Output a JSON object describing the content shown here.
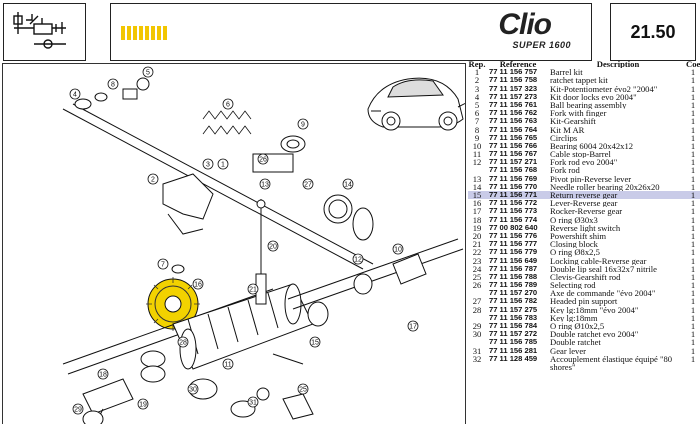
{
  "header": {
    "logo_text": "Clio",
    "logo_subtext": "SUPER 1600",
    "page_number": "21.50"
  },
  "colors": {
    "highlight": "#c9cbe8",
    "accent_yellow": "#f2c600"
  },
  "diagram": {
    "callouts": [
      "4",
      "8",
      "5",
      "6",
      "9",
      "1",
      "26",
      "27",
      "14",
      "3",
      "2",
      "13",
      "16",
      "7",
      "20",
      "21",
      "12",
      "10",
      "28",
      "11",
      "15",
      "17",
      "30",
      "31",
      "18",
      "19",
      "29",
      "25"
    ]
  },
  "parts_table": {
    "columns": {
      "rep": "Rep.",
      "reference": "Reference",
      "description": "Description",
      "coef": "Coef"
    },
    "rows": [
      {
        "rep": "1",
        "ref": "77 11 156 757",
        "desc": "Barrel kit",
        "coef": "1"
      },
      {
        "rep": "2",
        "ref": "77 11 156 758",
        "desc": "ratchet tappet kit",
        "coef": "1"
      },
      {
        "rep": "3",
        "ref": "77 11 157 323",
        "desc": "Kit-Potentiometer évo2 \"2004\"",
        "coef": "1"
      },
      {
        "rep": "4",
        "ref": "77 11 157 273",
        "desc": "Kit door locks evo 2004\"",
        "coef": "1"
      },
      {
        "rep": "5",
        "ref": "77 11 156 761",
        "desc": "Ball bearing assembly",
        "coef": "1"
      },
      {
        "rep": "6",
        "ref": "77 11 156 762",
        "desc": "Fork with finger",
        "coef": "1"
      },
      {
        "rep": "7",
        "ref": "77 11 156 763",
        "desc": "Kit-Gearshift",
        "coef": "1"
      },
      {
        "rep": "8",
        "ref": "77 11 156 764",
        "desc": "Kit M AR",
        "coef": "1"
      },
      {
        "rep": "9",
        "ref": "77 11 156 765",
        "desc": "Circlips",
        "coef": "1"
      },
      {
        "rep": "10",
        "ref": "77 11 156 766",
        "desc": "Bearing 6004 20x42x12",
        "coef": "1"
      },
      {
        "rep": "11",
        "ref": "77 11 156 767",
        "desc": "Cable stop-Barrel",
        "coef": "1"
      },
      {
        "rep": "12",
        "ref": "77 11 157 271",
        "desc": "Fork rod evo 2004\"",
        "coef": "1"
      },
      {
        "rep": "",
        "ref": "77 11 156 768",
        "desc": "Fork rod",
        "coef": "1"
      },
      {
        "rep": "13",
        "ref": "77 11 156 769",
        "desc": "Pivot pin-Reverse lever",
        "coef": "1"
      },
      {
        "rep": "14",
        "ref": "77 11 156 770",
        "desc": "Needle roller bearing 20x26x20",
        "coef": "1"
      },
      {
        "rep": "15",
        "ref": "77 11 156 771",
        "desc": "Return reverse gear",
        "coef": "1",
        "highlight": true
      },
      {
        "rep": "16",
        "ref": "77 11 156 772",
        "desc": "Lever-Reverse gear",
        "coef": "1"
      },
      {
        "rep": "17",
        "ref": "77 11 156 773",
        "desc": "Rocker-Reverse gear",
        "coef": "1"
      },
      {
        "rep": "18",
        "ref": "77 11 156 774",
        "desc": "O ring Ø30x3",
        "coef": "1"
      },
      {
        "rep": "19",
        "ref": "77 00 802 640",
        "desc": "Reverse light switch",
        "coef": "1"
      },
      {
        "rep": "20",
        "ref": "77 11 156 776",
        "desc": "Powershift shim",
        "coef": "1"
      },
      {
        "rep": "21",
        "ref": "77 11 156 777",
        "desc": "Closing block",
        "coef": "1"
      },
      {
        "rep": "22",
        "ref": "77 11 156 779",
        "desc": "O ring Ø8x2,5",
        "coef": "1"
      },
      {
        "rep": "23",
        "ref": "77 11 156 649",
        "desc": "Locking cable-Reverse gear",
        "coef": "1"
      },
      {
        "rep": "24",
        "ref": "77 11 156 787",
        "desc": "Double lip seal 16x32x7 nitrile",
        "coef": "1"
      },
      {
        "rep": "25",
        "ref": "77 11 156 788",
        "desc": "Clevis-Gearshift rod",
        "coef": "1"
      },
      {
        "rep": "26",
        "ref": "77 11 156 789",
        "desc": "Selecting rod",
        "coef": "1"
      },
      {
        "rep": "",
        "ref": "77 11 157 270",
        "desc": "Axe de commande \"évo 2004\"",
        "coef": "1"
      },
      {
        "rep": "27",
        "ref": "77 11 156 782",
        "desc": "Headed pin support",
        "coef": "1"
      },
      {
        "rep": "28",
        "ref": "77 11 157 275",
        "desc": "Key lg:18mm \"évo 2004\"",
        "coef": "1"
      },
      {
        "rep": "",
        "ref": "77 11 156 783",
        "desc": "Key lg:18mm",
        "coef": "1"
      },
      {
        "rep": "29",
        "ref": "77 11 156 784",
        "desc": "O ring Ø10x2,5",
        "coef": "1"
      },
      {
        "rep": "30",
        "ref": "77 11 157 272",
        "desc": "Double ratchet evo 2004\"",
        "coef": "1"
      },
      {
        "rep": "",
        "ref": "77 11 156 785",
        "desc": "Double ratchet",
        "coef": "1"
      },
      {
        "rep": "31",
        "ref": "77 11 156 281",
        "desc": "Gear lever",
        "coef": "1"
      },
      {
        "rep": "32",
        "ref": "77 11 128 459",
        "desc": "Accouplement élastique équipé \"80 shores\"",
        "coef": "1",
        "wrap": true
      }
    ]
  }
}
